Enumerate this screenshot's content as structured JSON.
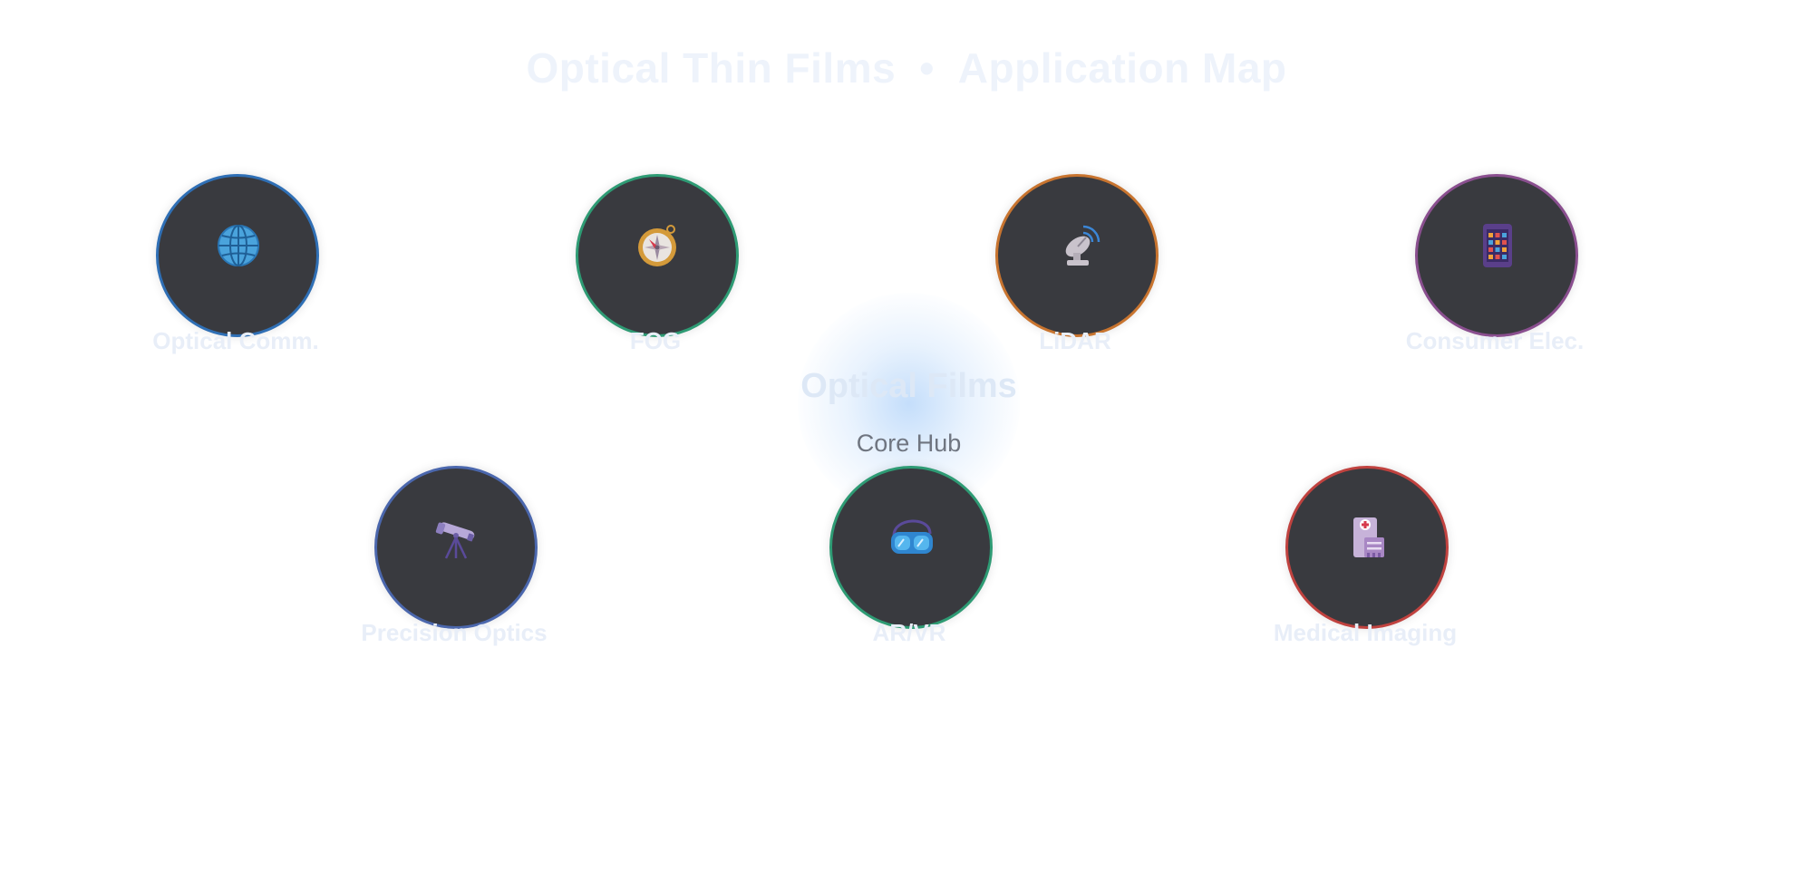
{
  "title": {
    "left": "Optical Thin Films",
    "separator": "•",
    "right": "Application Map"
  },
  "hub": {
    "title": "Optical Films",
    "subtitle": "Core Hub"
  },
  "nodes": [
    {
      "label": "Optical Comm.",
      "icon": "globe-icon",
      "border_color": "#2f6fb5"
    },
    {
      "label": "FOG",
      "icon": "compass-icon",
      "border_color": "#2e9b74"
    },
    {
      "label": "LiDAR",
      "icon": "satellite-dish-icon",
      "border_color": "#c8742f"
    },
    {
      "label": "Consumer Elec.",
      "icon": "mobile-phone-icon",
      "border_color": "#8a4f8f"
    },
    {
      "label": "Precision Optics",
      "icon": "telescope-icon",
      "border_color": "#4b67ad"
    },
    {
      "label": "AR/VR",
      "icon": "goggles-icon",
      "border_color": "#2e9b74"
    },
    {
      "label": "Medical Imaging",
      "icon": "medical-clipboard-icon",
      "border_color": "#c0423f"
    }
  ]
}
